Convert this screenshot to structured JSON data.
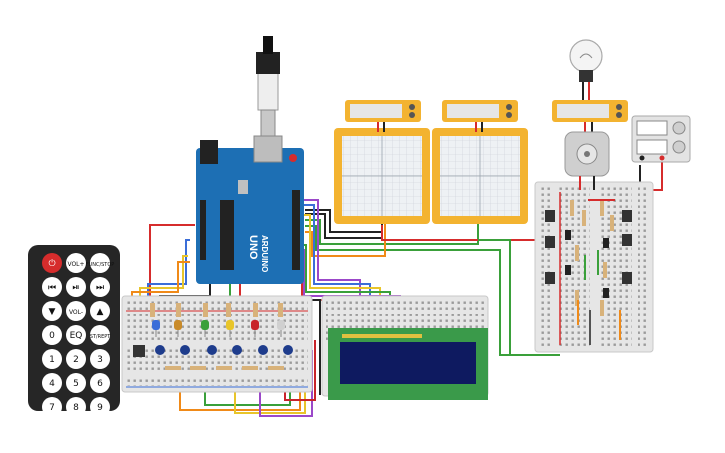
{
  "canvas": {
    "background": "#ffffff"
  },
  "remote": {
    "buttons": [
      "⏻",
      "VOL+",
      "FUNC/STOP",
      "⏮",
      "⏯",
      "⏭",
      "▼",
      "VOL-",
      "▲",
      "0",
      "EQ",
      "ST/REPT",
      "1",
      "2",
      "3",
      "4",
      "5",
      "6",
      "7",
      "8",
      "9"
    ]
  },
  "arduino": {
    "brand": "ARDUINO",
    "model": "UNO"
  },
  "colors": {
    "breadboard": "#e6e6e6",
    "pcb": "#1d6fb4",
    "remote_body": "#262626",
    "lcd_pcb": "#3a9a4a",
    "lcd_screen": "#0e1a60",
    "oscilloscope": "#f3b330",
    "multimeter": "#f3b330",
    "wire_red": "#d62c2c",
    "wire_green": "#3aa03a",
    "wire_orange": "#f08a18",
    "wire_black": "#222222",
    "wire_purple": "#9b48c9",
    "wire_blue": "#3b6ed8",
    "wire_yellow": "#e8c52a"
  },
  "leds": [
    "#3b6ed8",
    "#c98b2a",
    "#3aa03a",
    "#e8c52a",
    "#c8242a",
    "#d0d0d0"
  ],
  "power_supply": {
    "knob_count": 2
  }
}
